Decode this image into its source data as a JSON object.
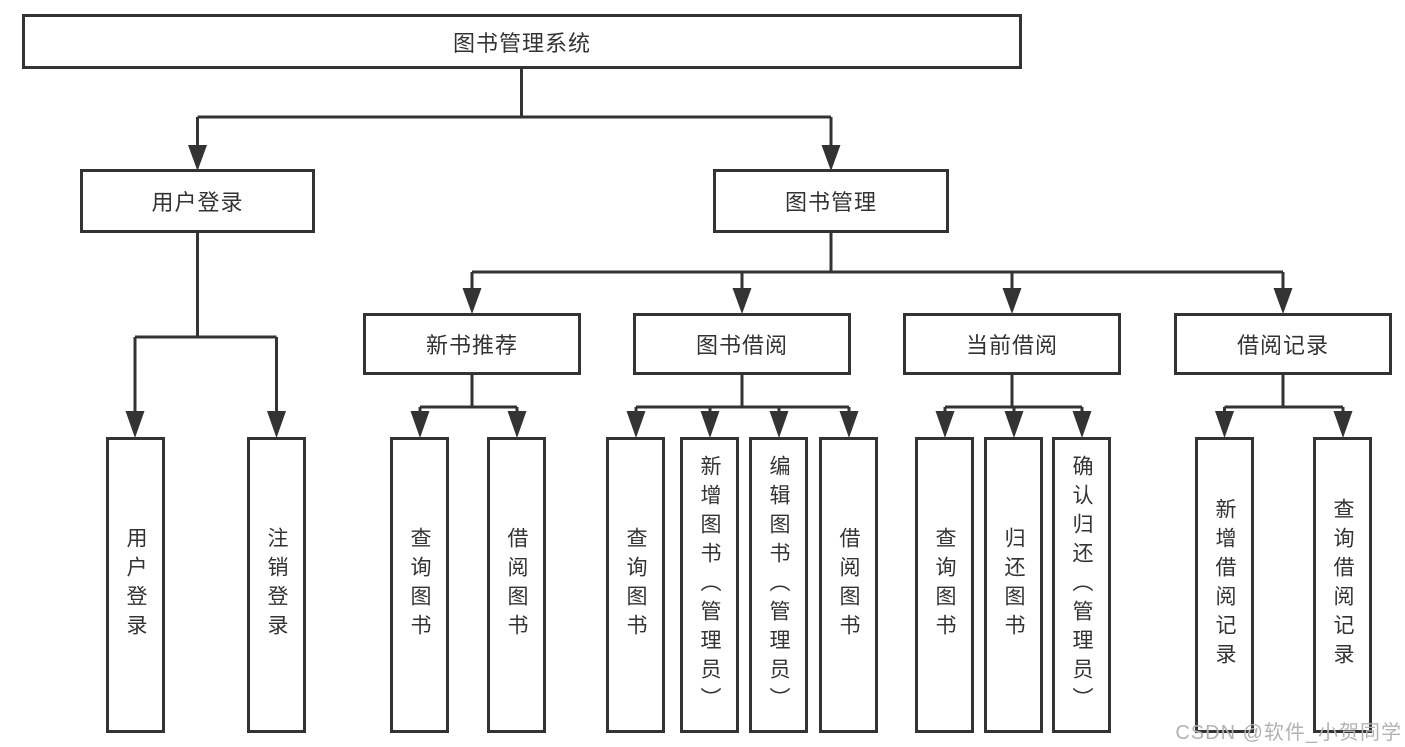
{
  "diagram": {
    "root": {
      "label": "图书管理系统"
    },
    "level2": [
      {
        "label": "用户登录"
      },
      {
        "label": "图书管理"
      }
    ],
    "level3": [
      {
        "label": "新书推荐",
        "parent": "图书管理"
      },
      {
        "label": "图书借阅",
        "parent": "图书管理"
      },
      {
        "label": "当前借阅",
        "parent": "图书管理"
      },
      {
        "label": "借阅记录",
        "parent": "图书管理"
      }
    ],
    "level4": [
      {
        "label": "用户登录",
        "parent": "用户登录"
      },
      {
        "label": "注销登录",
        "parent": "用户登录"
      },
      {
        "label": "查询图书",
        "parent": "新书推荐"
      },
      {
        "label": "借阅图书",
        "parent": "新书推荐"
      },
      {
        "label": "查询图书",
        "parent": "图书借阅"
      },
      {
        "label": "新增图书（管理员）",
        "parent": "图书借阅"
      },
      {
        "label": "编辑图书（管理员）",
        "parent": "图书借阅"
      },
      {
        "label": "借阅图书",
        "parent": "图书借阅"
      },
      {
        "label": "查询图书",
        "parent": "当前借阅"
      },
      {
        "label": "归还图书",
        "parent": "当前借阅"
      },
      {
        "label": "确认归还（管理员）",
        "parent": "当前借阅"
      },
      {
        "label": "新增借阅记录",
        "parent": "借阅记录"
      },
      {
        "label": "查询借阅记录",
        "parent": "借阅记录"
      }
    ],
    "watermark": {
      "text": "CSDN @软件_小贺同学"
    },
    "colors": {
      "line": "#333333",
      "text": "#333333",
      "background": "#ffffff",
      "watermark": "#b3b3b3"
    }
  }
}
